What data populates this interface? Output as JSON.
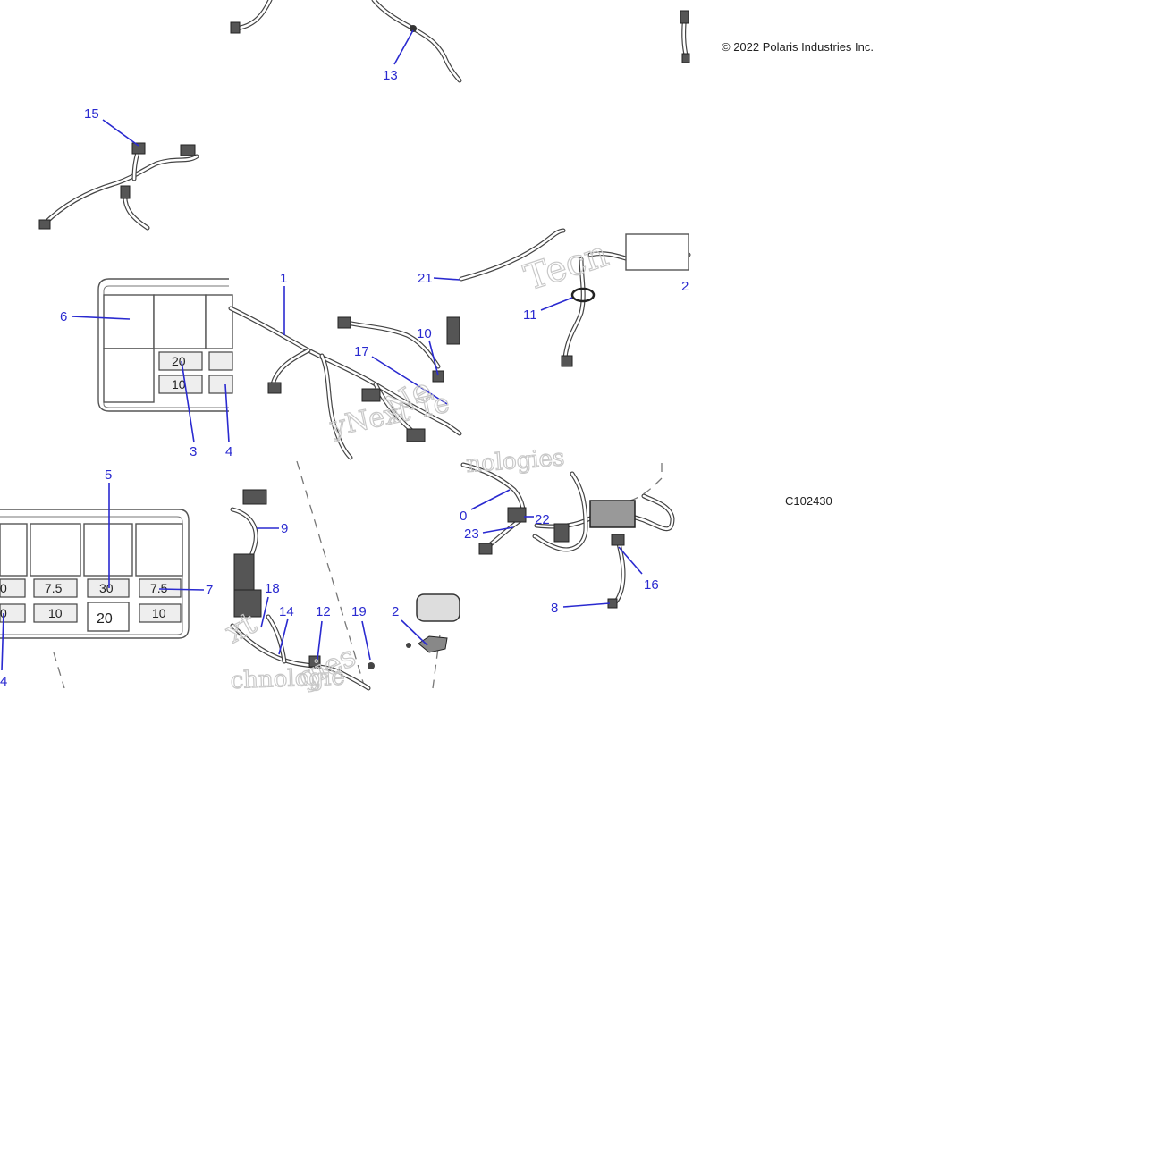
{
  "copyright": "© 2022 Polaris Industries Inc.",
  "figure_id": "C102430",
  "callouts": {
    "c1": "1",
    "c2": "2",
    "c3": "3",
    "c4": "4",
    "c5": "5",
    "c6": "6",
    "c7": "7",
    "c8": "8",
    "c9": "9",
    "c10": "10",
    "c11": "11",
    "c12": "12",
    "c13": "13",
    "c15": "15",
    "c16": "16",
    "c17": "17",
    "c18": "18",
    "c19": "19",
    "c21": "21",
    "c22": "22",
    "c23": "23",
    "c0_partial": "0",
    "c2_partial": "2",
    "c4_partial": "4",
    "c4_partial_b": "4",
    "c14_partial": "14"
  },
  "fuse_labels": {
    "f20_top": "20",
    "f10_top": "10",
    "f0_a": "0",
    "f75_a": "7.5",
    "f30": "30",
    "f75_b": "7.5",
    "f0_b": "0",
    "f10_a": "10",
    "f20_bottom": "20",
    "f10_b": "10"
  },
  "watermark": {
    "w1": "Tecn",
    "w2": "yNext Te",
    "w3": "nologies",
    "w4": "xt",
    "w5": "gies",
    "w6": "chnologie",
    "w7": "Ne"
  },
  "colors": {
    "callout": "#2a2ad0",
    "line_art": "#444444",
    "watermark": "#c8c8c8"
  }
}
